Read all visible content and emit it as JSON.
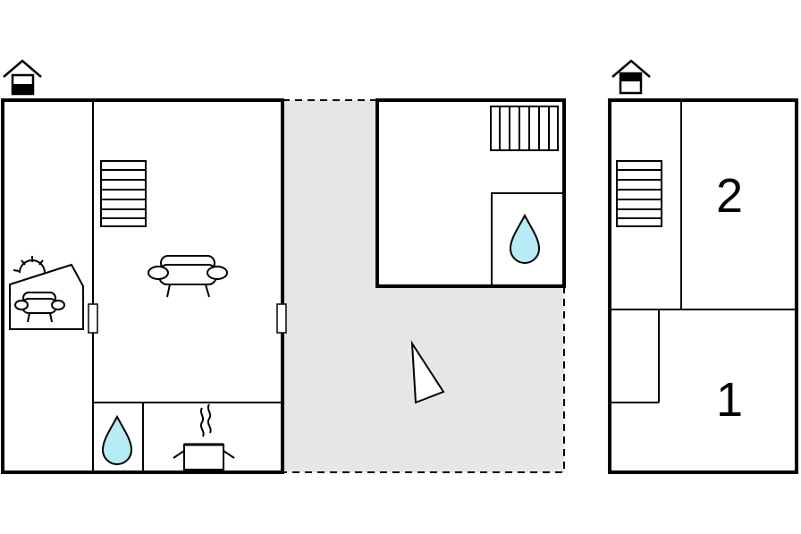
{
  "colors": {
    "wall": "#000000",
    "terrace_fill": "#e6e6e6",
    "water": "#b8ecf4",
    "background": "#ffffff"
  },
  "floors": [
    {
      "id": "ground-floor",
      "level_icon": "ground-level-house-icon"
    },
    {
      "id": "upper-floor",
      "level_icon": "upper-level-house-icon",
      "rooms": [
        {
          "id": "bedroom-2",
          "label": "2"
        },
        {
          "id": "bedroom-1",
          "label": "1"
        }
      ]
    }
  ],
  "icons": [
    "staircase-icon",
    "sofa-icon",
    "sun-lounge-icon",
    "bathroom-water-drop-icon",
    "kitchen-pot-icon",
    "compass-north-arrow-icon",
    "door-icon"
  ]
}
